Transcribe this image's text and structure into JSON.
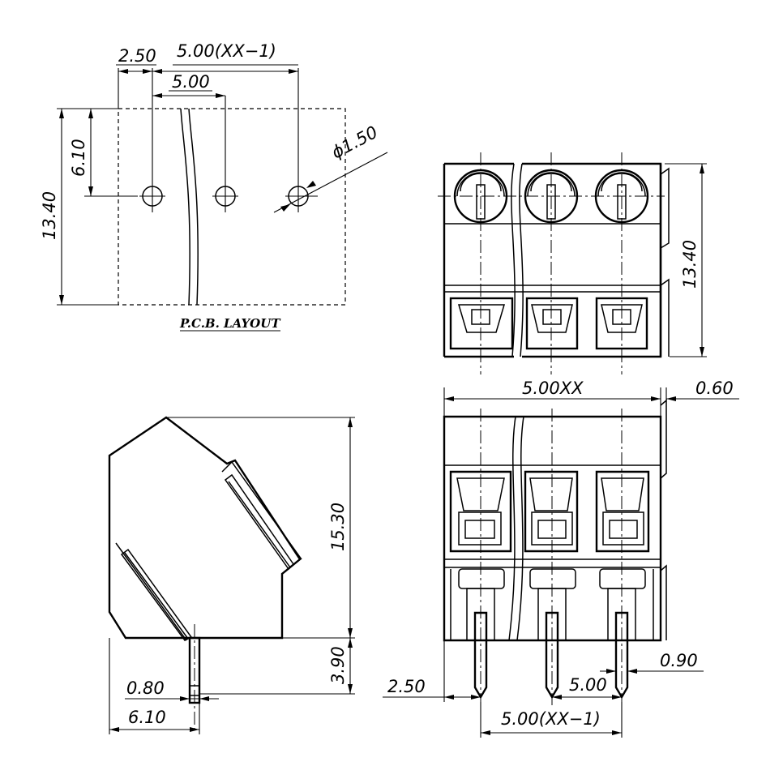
{
  "pcb_layout": {
    "title": "P.C.B. LAYOUT",
    "dim_width_half_pitch": "2.50",
    "dim_pitch_total": "5.00(XX−1)",
    "dim_pitch": "5.00",
    "dim_row_offset": "6.10",
    "dim_depth": "13.40",
    "dim_hole": "ϕ1.50"
  },
  "top_view": {
    "dim_height": "13.40"
  },
  "front_view": {
    "dim_total_width": "5.00XX",
    "dim_wall": "0.60",
    "dim_edge_pin": "2.50",
    "dim_pitch": "5.00",
    "dim_pitch_total": "5.00(XX−1)",
    "dim_pin_width": "0.90"
  },
  "side_view": {
    "dim_body_height": "15.30",
    "dim_pin_length": "3.90",
    "dim_pin_thickness": "0.80",
    "dim_pin_offset": "6.10"
  }
}
